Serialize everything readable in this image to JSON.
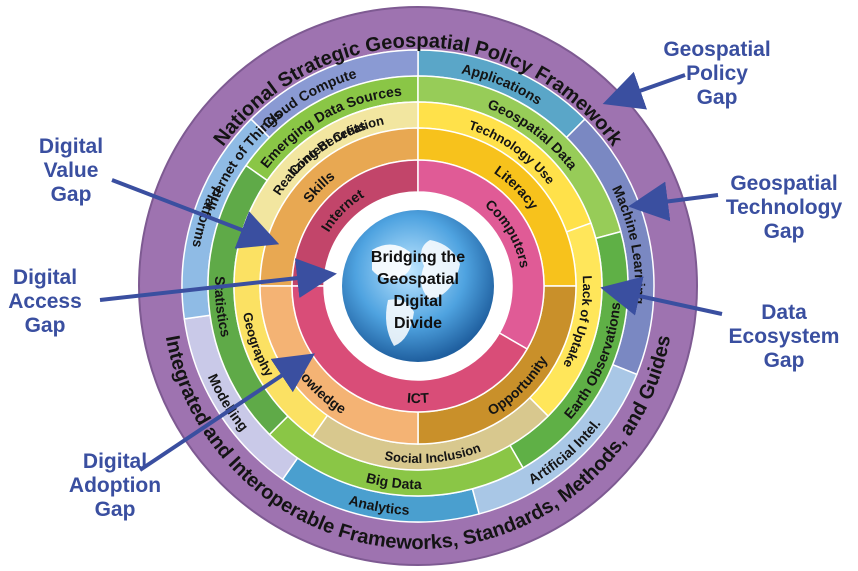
{
  "center": {
    "lines": [
      "Bridging the",
      "Geospatial",
      "Digital",
      "Divide"
    ]
  },
  "rings": {
    "outer_frameworks": {
      "top": "National Strategic Geospatial Policy Framework",
      "bottom": "Integrated and Interoperable Frameworks, Standards, Methods, and Guides"
    },
    "technology_ring": [
      "Cloud Compute",
      "Applications",
      "Machine Learning",
      "Artificial Intel.",
      "Analytics",
      "Modelling",
      "Platforms",
      "Internet of Things"
    ],
    "data_ring": [
      "Emerging Data Sources",
      "Geospatial Data",
      "Earth Observations",
      "Big Data",
      "Statistics"
    ],
    "value_ring": [
      "Content Creation",
      "Technology Use",
      "Lack of Uptake",
      "Social Inclusion",
      "Geography",
      "Realizing Benefits"
    ],
    "adoption_ring": [
      "Skills",
      "Literacy",
      "Opportunity",
      "Knowledge"
    ],
    "access_ring": [
      "Internet",
      "Computers",
      "ICT"
    ]
  },
  "gaps": {
    "policy": [
      "Geospatial",
      "Policy",
      "Gap"
    ],
    "technology": [
      "Geospatial",
      "Technology",
      "Gap"
    ],
    "ecosystem": [
      "Data",
      "Ecosystem",
      "Gap"
    ],
    "value": [
      "Digital",
      "Value",
      "Gap"
    ],
    "access": [
      "Digital",
      "Access",
      "Gap"
    ],
    "adoption": [
      "Digital",
      "Adoption",
      "Gap"
    ]
  },
  "colors": {
    "outer_ring": "#a77bb6",
    "arrow": "#3a4fa0",
    "label": "#3a4fa0",
    "globe": "#3d8fd0"
  }
}
